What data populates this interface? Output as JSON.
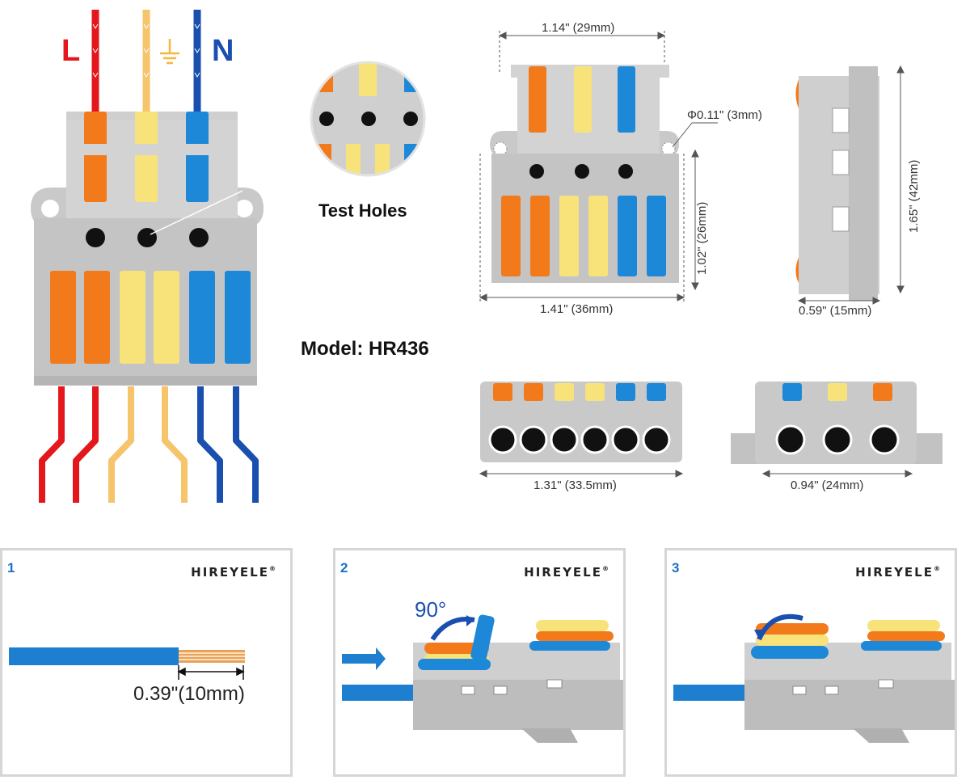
{
  "wiring": {
    "line_letter": "L",
    "neutral_letter": "N"
  },
  "test_holes_label": "Test Holes",
  "model_label": "Model: HR436",
  "dimensions": {
    "top_width": "1.14\" (29mm)",
    "hole_diameter": "Φ0.11\" (3mm)",
    "body_height": "1.02\" (26mm)",
    "front_width": "1.41\" (36mm)",
    "side_height": "1.65\" (42mm)",
    "side_depth": "0.59\" (15mm)",
    "bottom_width_6": "1.31\" (33.5mm)",
    "bottom_width_3": "0.94\" (24mm)"
  },
  "steps": [
    {
      "number": "1",
      "brand": "HIREYELE",
      "strip_length": "0.39\"(10mm)"
    },
    {
      "number": "2",
      "brand": "HIREYELE",
      "angle": "90°"
    },
    {
      "number": "3",
      "brand": "HIREYELE"
    }
  ],
  "colors": {
    "orange": "#f27a1a",
    "yellow": "#f8e27a",
    "blue": "#1e88d8",
    "red": "#e3171c",
    "grey": "#c9c9c9",
    "wire_blue": "#1a4fb0",
    "wire_yellow": "#f6c46a"
  }
}
